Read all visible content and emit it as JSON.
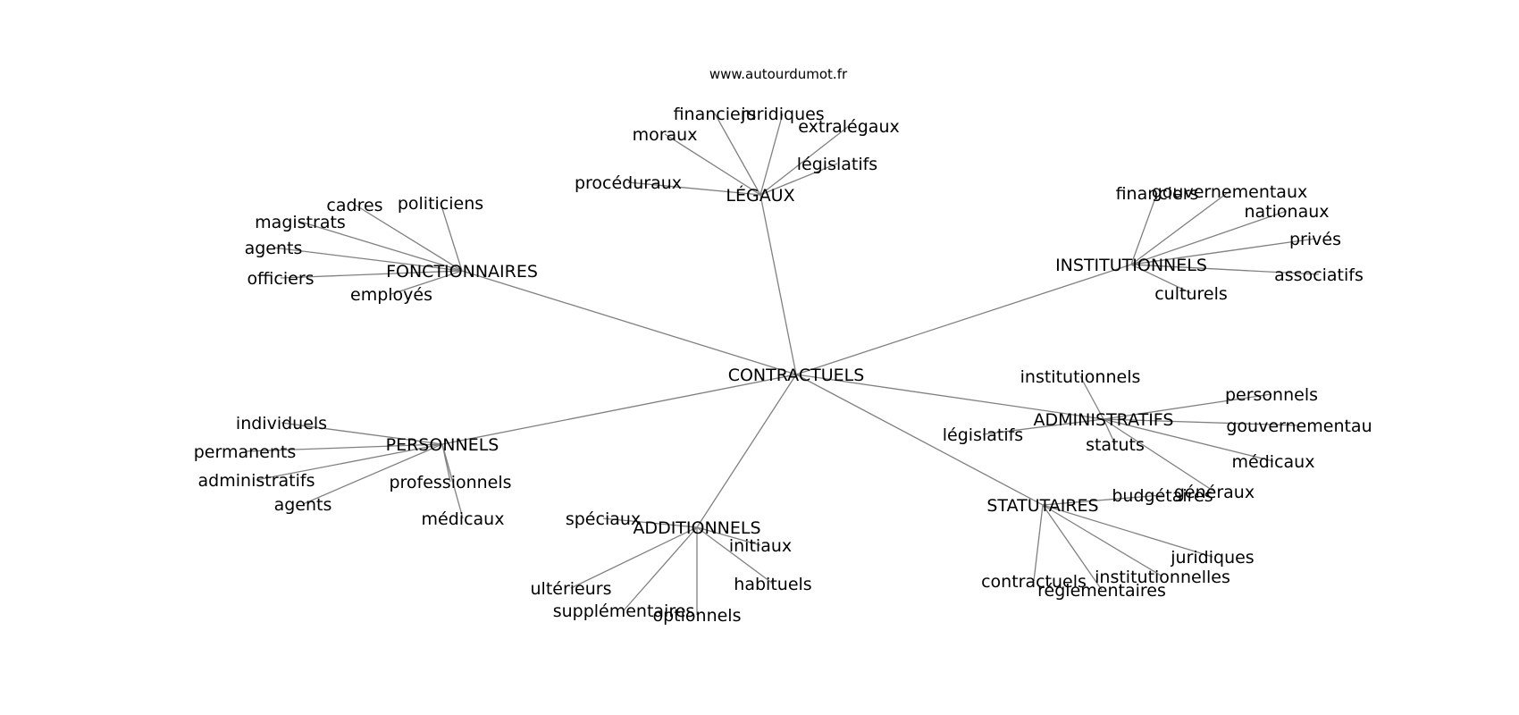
{
  "watermark": "www.autourdumot.fr",
  "colors": {
    "edge": "#808080",
    "text": "#000000",
    "background": "#ffffff"
  },
  "center": "CONTRACTUELS",
  "groups": [
    {
      "label": "LÉGAUX",
      "leaves": [
        "procéduraux",
        "moraux",
        "financiers",
        "juridiques",
        "extralégaux",
        "législatifs"
      ]
    },
    {
      "label": "FONCTIONNAIRES",
      "leaves": [
        "politiciens",
        "cadres",
        "magistrats",
        "agents",
        "officiers",
        "employés"
      ]
    },
    {
      "label": "INSTITUTIONNELS",
      "leaves": [
        "financiers",
        "gouvernementaux",
        "nationaux",
        "privés",
        "associatifs",
        "culturels"
      ]
    },
    {
      "label": "ADMINISTRATIFS",
      "leaves": [
        "institutionnels",
        "personnels",
        "gouvernementau",
        "médicaux",
        "généraux",
        "statuts",
        "législatifs"
      ]
    },
    {
      "label": "PERSONNELS",
      "leaves": [
        "individuels",
        "permanents",
        "administratifs",
        "agents",
        "professionnels",
        "médicaux"
      ]
    },
    {
      "label": "ADDITIONNELS",
      "leaves": [
        "spéciaux",
        "initiaux",
        "habituels",
        "optionnels",
        "supplémentaires",
        "ultérieurs"
      ]
    },
    {
      "label": "STATUTAIRES",
      "leaves": [
        "budgétaires",
        "juridiques",
        "institutionnelles",
        "réglementaires",
        "contractuels"
      ]
    }
  ]
}
